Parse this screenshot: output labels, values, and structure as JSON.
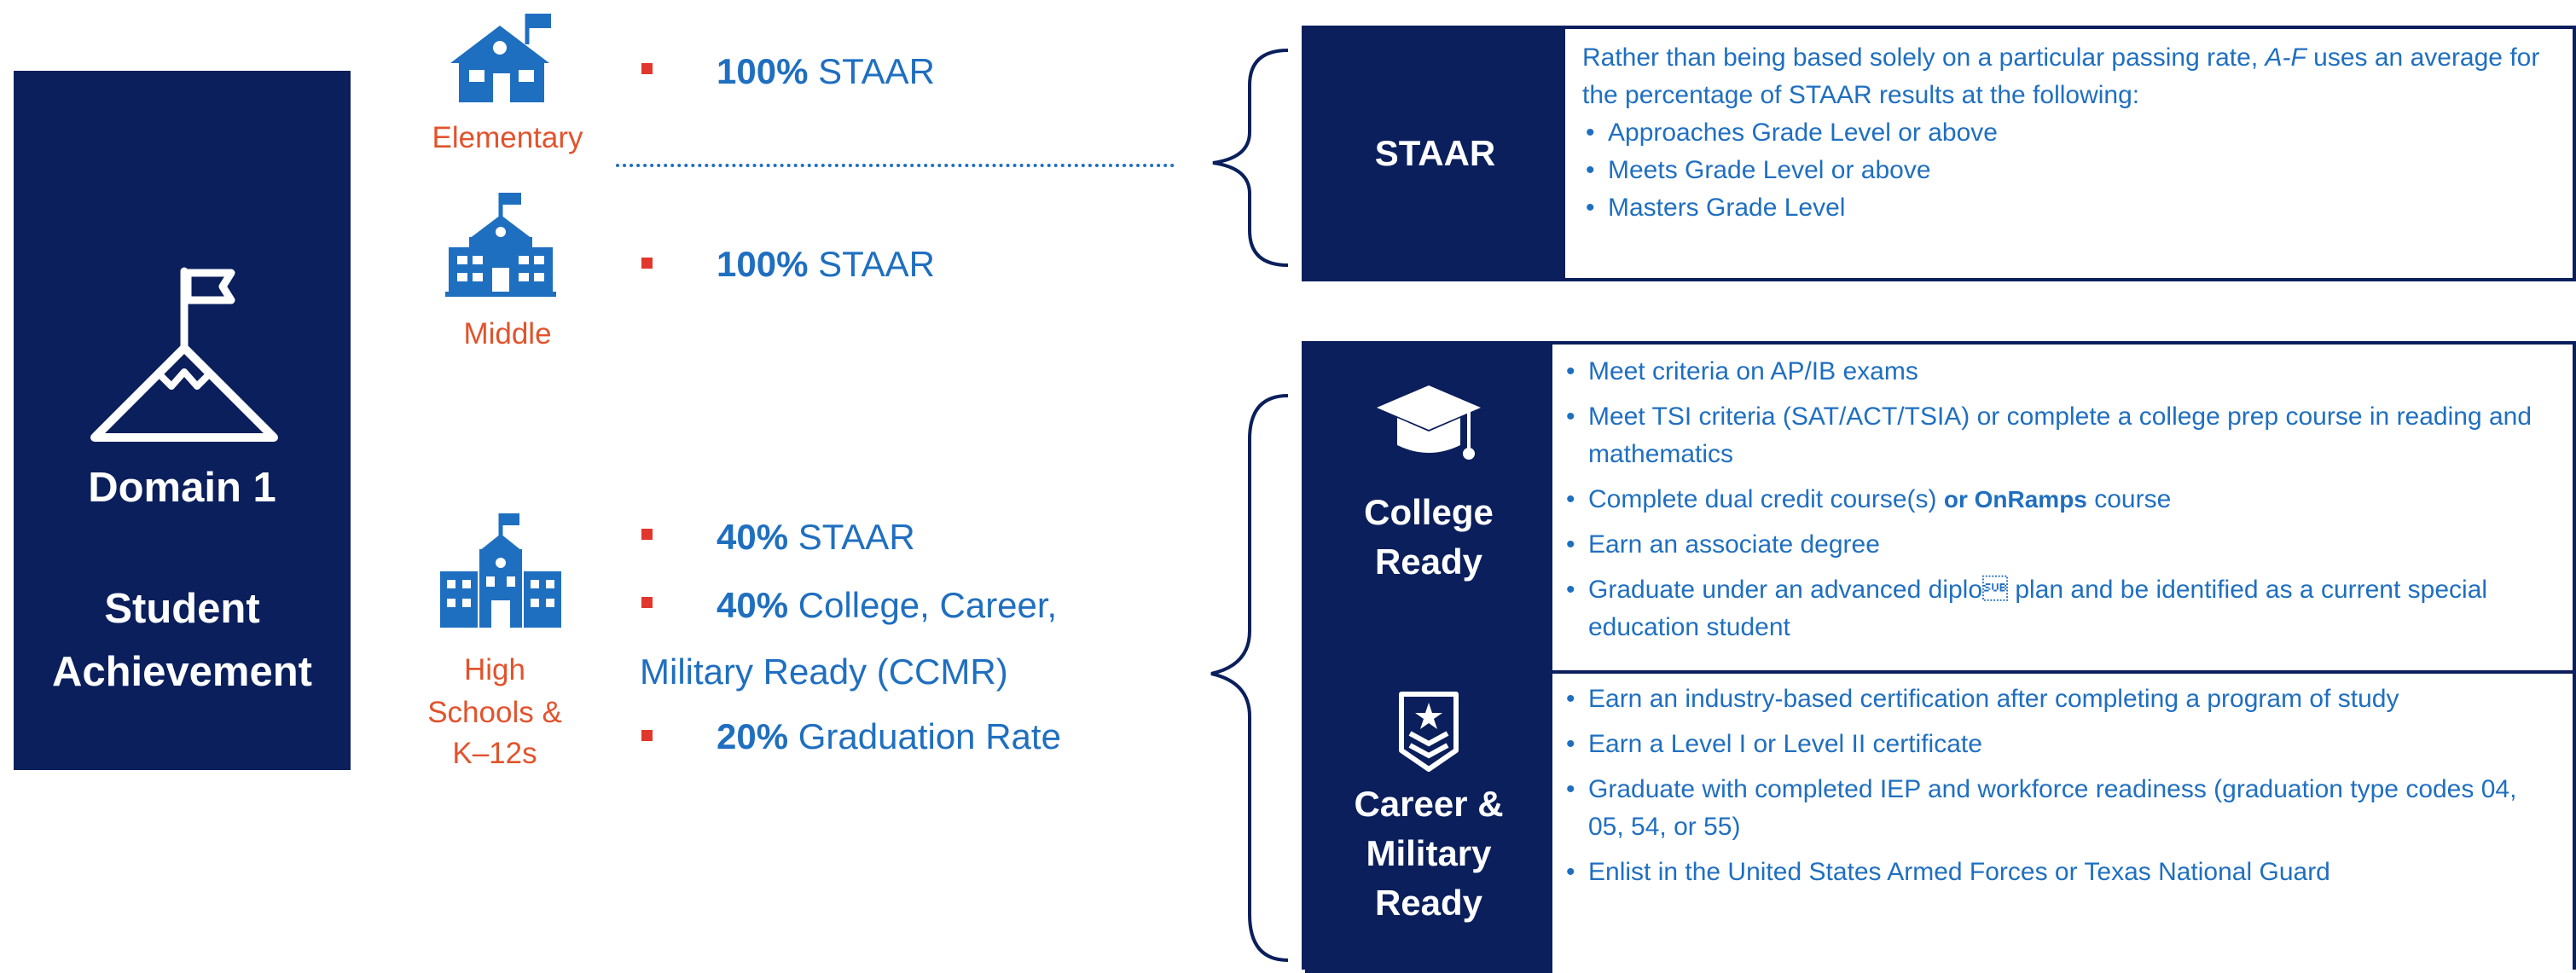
{
  "domain": {
    "line1": "Domain 1",
    "line2": "Student",
    "line3": "Achievement"
  },
  "schools": {
    "elementary": {
      "label": "Elementary",
      "items": [
        {
          "pct": "100%",
          "text": "STAAR"
        }
      ]
    },
    "middle": {
      "label": "Middle",
      "items": [
        {
          "pct": "100%",
          "text": "STAAR"
        }
      ]
    },
    "high": {
      "label_line1": "High",
      "label_line2": "Schools &",
      "label_line3": "K–12s",
      "items": [
        {
          "pct": "40%",
          "text": "STAAR"
        },
        {
          "pct": "40%",
          "text": "College, Career,",
          "text_cont": "Military Ready (CCMR)"
        },
        {
          "pct": "20%",
          "text": "Graduation Rate"
        }
      ]
    }
  },
  "staar_panel": {
    "heading": "STAAR",
    "intro_a": "Rather than being based solely on a particular passing rate, ",
    "intro_em": "A-F",
    "intro_b": " uses an average for the percentage of STAAR results at the following:",
    "bullets": [
      "Approaches Grade Level or above",
      "Meets Grade Level or above",
      "Masters Grade Level"
    ]
  },
  "college_panel": {
    "heading_line1": "College",
    "heading_line2": "Ready",
    "bullets": [
      "Meet criteria on AP/IB exams",
      "Meet TSI criteria (SAT/ACT/TSIA) or complete a college prep course in reading and mathematics",
      {
        "a": "Complete dual credit course(s) ",
        "or": "or OnRamps",
        "b": "  course"
      },
      "Earn an associate degree",
      "Graduate under an advanced diplo\u001a plan and be identified as a current special education student"
    ]
  },
  "career_panel": {
    "heading_line1": "Career &",
    "heading_line2": "Military",
    "heading_line3": "Ready",
    "bullets": [
      "Earn an industry-based certification after completing a program of study",
      "Earn a Level I or Level II certificate",
      "Graduate with completed IEP and workforce readiness (graduation type codes 04, 05, 54, or 55)",
      "Enlist in the United States Armed Forces or Texas National Guard"
    ]
  },
  "colors": {
    "navy": "#0a1f5c",
    "blue_text": "#1f6fc0",
    "orange_label": "#e2532c",
    "bullet_red": "#e2372c"
  }
}
